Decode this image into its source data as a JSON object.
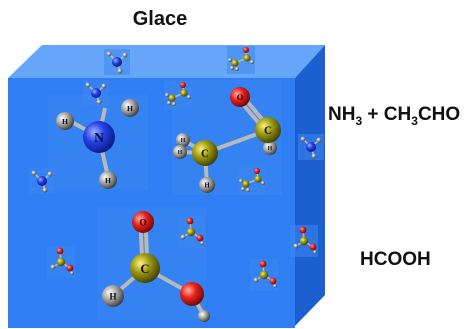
{
  "labels": {
    "title": "Glace",
    "right_top": {
      "p1": "NH",
      "s1": "3",
      "p2": " + CH",
      "s2": "3",
      "p3": "CHO"
    },
    "right_bottom": "HCOOH"
  },
  "atom_letters": {
    "N": "N",
    "H": "H",
    "C": "C",
    "O": "O"
  },
  "colors": {
    "ice_front": "#2f7ef4",
    "ice_top": "#66a6f8",
    "ice_side": "#1c5fd0",
    "nitrogen": "#1f3fe0",
    "carbon": "#8c8a12",
    "oxygen": "#e8201c",
    "hydrogen": "#8e8e8e"
  },
  "molecules": [
    {
      "name": "ammonia-large",
      "kind": "NH3"
    },
    {
      "name": "acetaldehyde-large",
      "kind": "CH3CHO"
    },
    {
      "name": "formic-acid-large",
      "kind": "HCOOH"
    },
    {
      "name": "small-molecules",
      "kind": "mixed"
    }
  ]
}
